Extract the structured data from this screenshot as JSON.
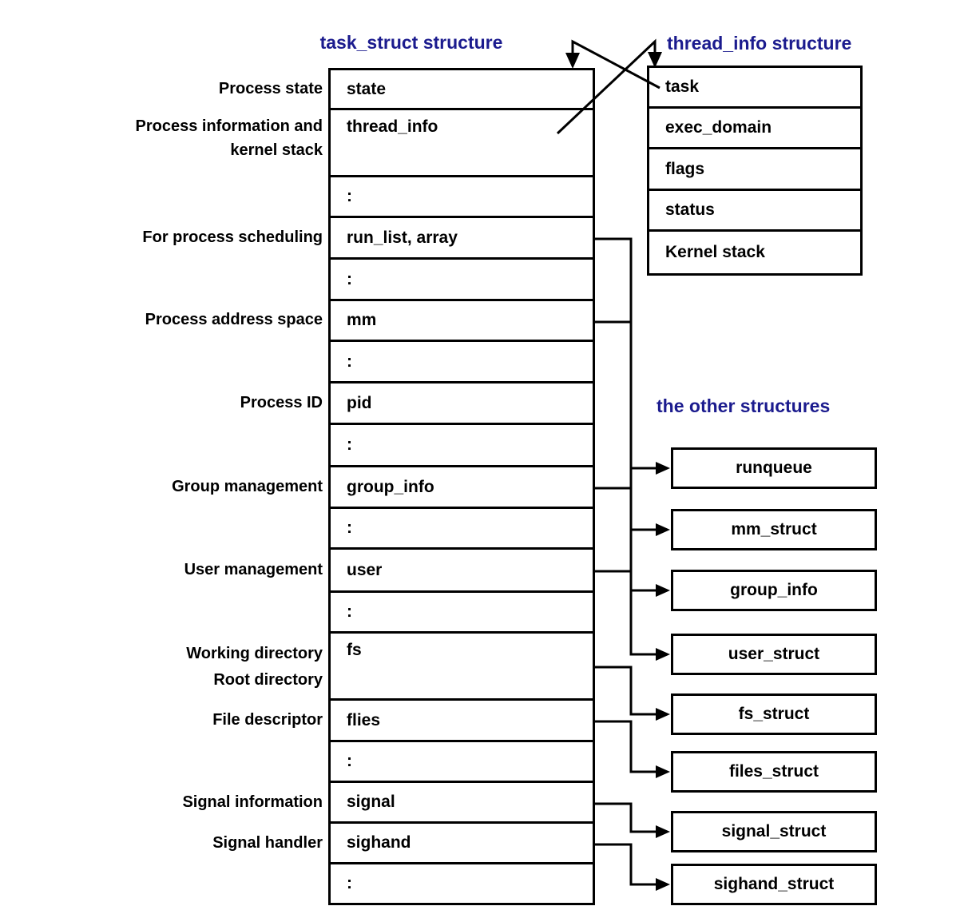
{
  "titles": {
    "task_struct": "task_struct structure",
    "thread_info": "thread_info structure",
    "other": "the other structures"
  },
  "colors": {
    "title_blue": "#1b1b8e",
    "line_black": "#000000",
    "background": "#ffffff"
  },
  "task_struct": {
    "rows": [
      "state",
      "thread_info",
      ":",
      "run_list, array",
      ":",
      "mm",
      ":",
      "pid",
      ":",
      "group_info",
      ":",
      "user",
      ":",
      "fs",
      "flies",
      ":",
      "signal",
      "sighand",
      ":"
    ]
  },
  "thread_info": {
    "rows": [
      "task",
      "exec_domain",
      "flags",
      "status",
      "Kernel stack"
    ]
  },
  "other_structures": [
    "runqueue",
    "mm_struct",
    "group_info",
    "user_struct",
    "fs_struct",
    "files_struct",
    "signal_struct",
    "sighand_struct"
  ],
  "left_labels": [
    "Process state",
    "Process information and",
    "kernel stack",
    "For process scheduling",
    "Process address space",
    "Process ID",
    "Group management",
    "User management",
    "Working directory",
    "Root directory",
    "File descriptor",
    "Signal information",
    "Signal handler"
  ]
}
